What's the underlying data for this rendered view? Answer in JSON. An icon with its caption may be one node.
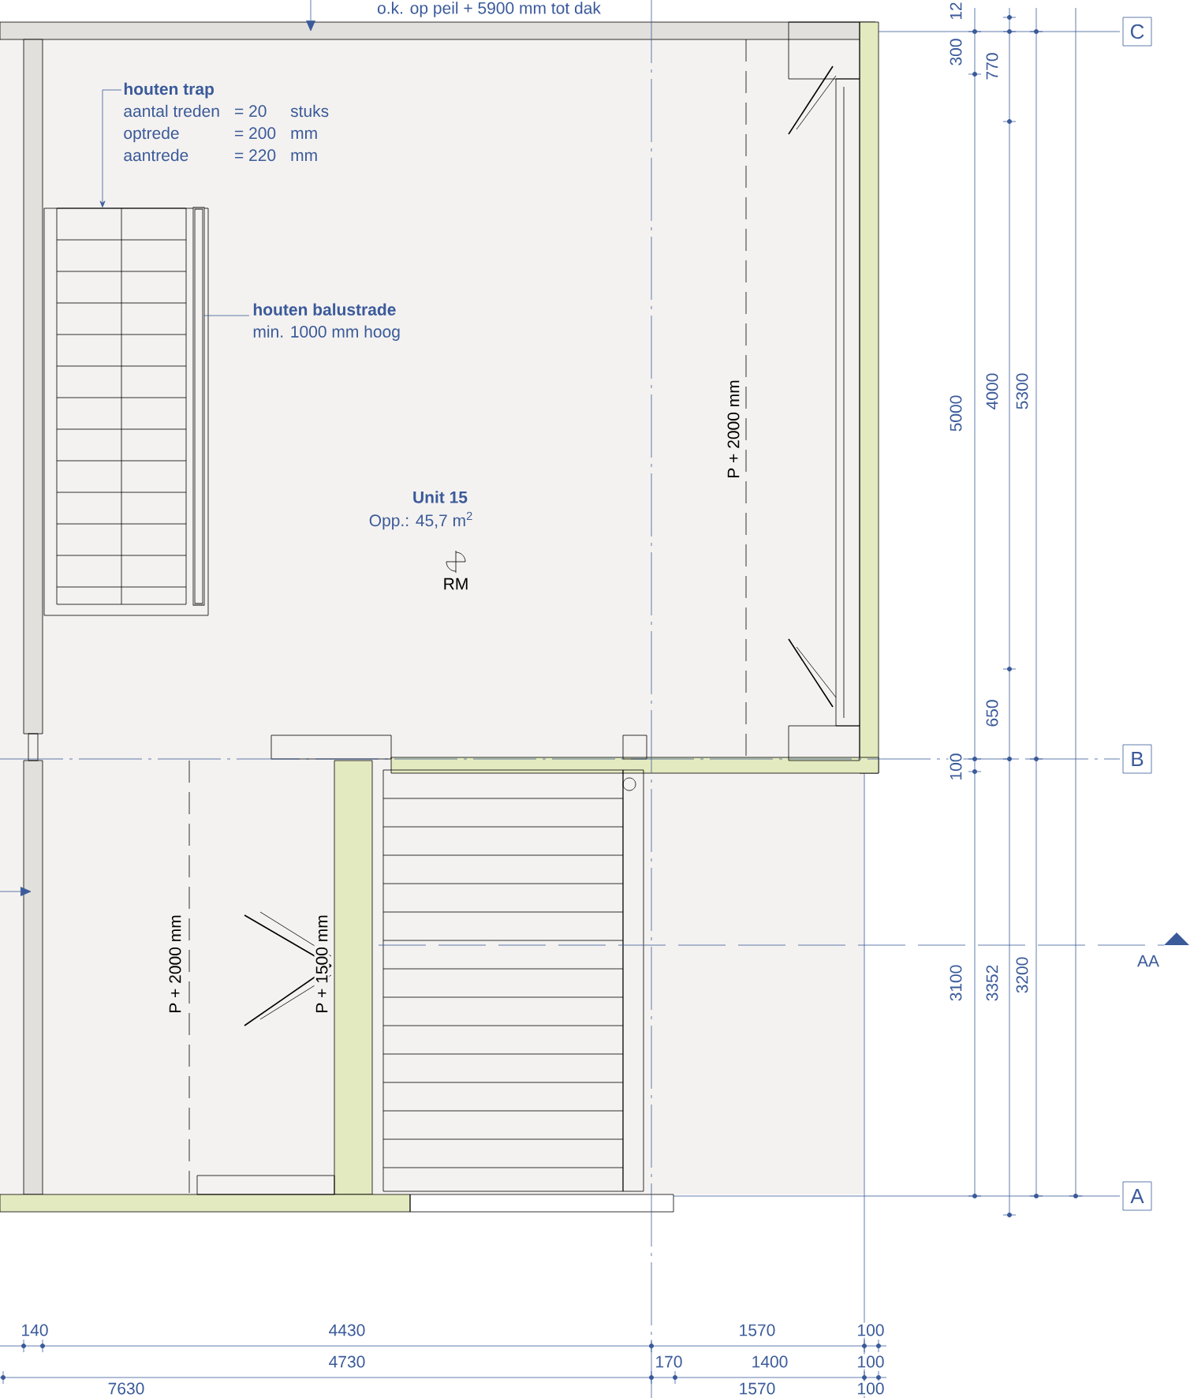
{
  "diagram": {
    "nodes": [
      {
        "text": [
          "houten trap",
          "aantal treden",
          "= 20",
          "stuks",
          "optrede",
          "= 200",
          "mm",
          "aantrede",
          "= 220",
          "mm"
        ]
      },
      {
        "text": [],
        "shape": "picture"
      },
      {
        "text": [
          "houten balustrade",
          "min. 1000 mm hoog"
        ]
      },
      {
        "text": [],
        "shape": "bar"
      }
    ],
    "edges": [
      {
        "from": 0,
        "to": 1,
        "arrow": "to"
      },
      {
        "from": 2,
        "to": 3,
        "arrow": "none"
      }
    ],
    "labels": [
      "o.k. op peil + 5900 mm tot dak",
      "Unit 15",
      "Opp.: 45,7 m$^{2}$",
      "RM",
      "P + 2000 mm",
      "P + 2000 mm",
      "P + 1500 mm",
      "C",
      "B",
      "A",
      "AA",
      "12",
      "300",
      "770",
      "5000",
      "4000",
      "5300",
      "650",
      "100",
      "3100",
      "3352",
      "3200",
      "140",
      "4430",
      "1570",
      "100",
      "4730",
      "170",
      "1400",
      "100",
      "7630",
      "1570",
      "100"
    ]
  }
}
